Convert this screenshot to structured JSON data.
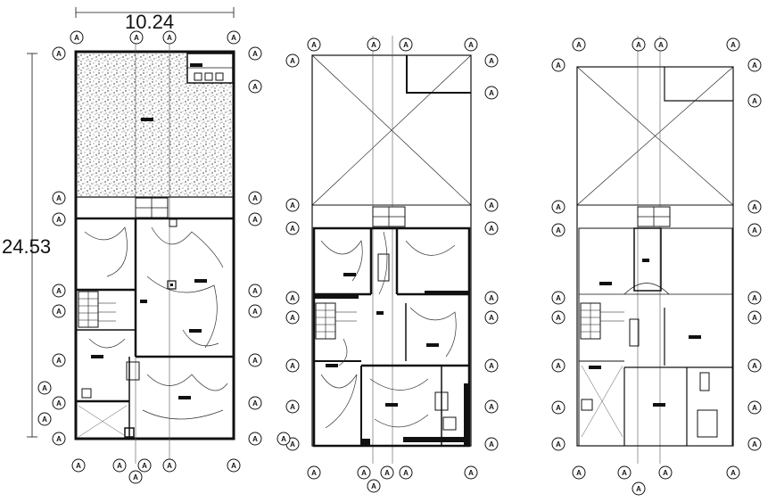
{
  "dimensions": {
    "width_label": "10.24",
    "height_label": "24.53"
  },
  "grid_bubble_label": "A",
  "plans": [
    {
      "id": "plan-1"
    },
    {
      "id": "plan-2"
    },
    {
      "id": "plan-3"
    }
  ],
  "colors": {
    "line": "#111111",
    "hatch_bg": "#ffffff",
    "wire": "#333333"
  }
}
